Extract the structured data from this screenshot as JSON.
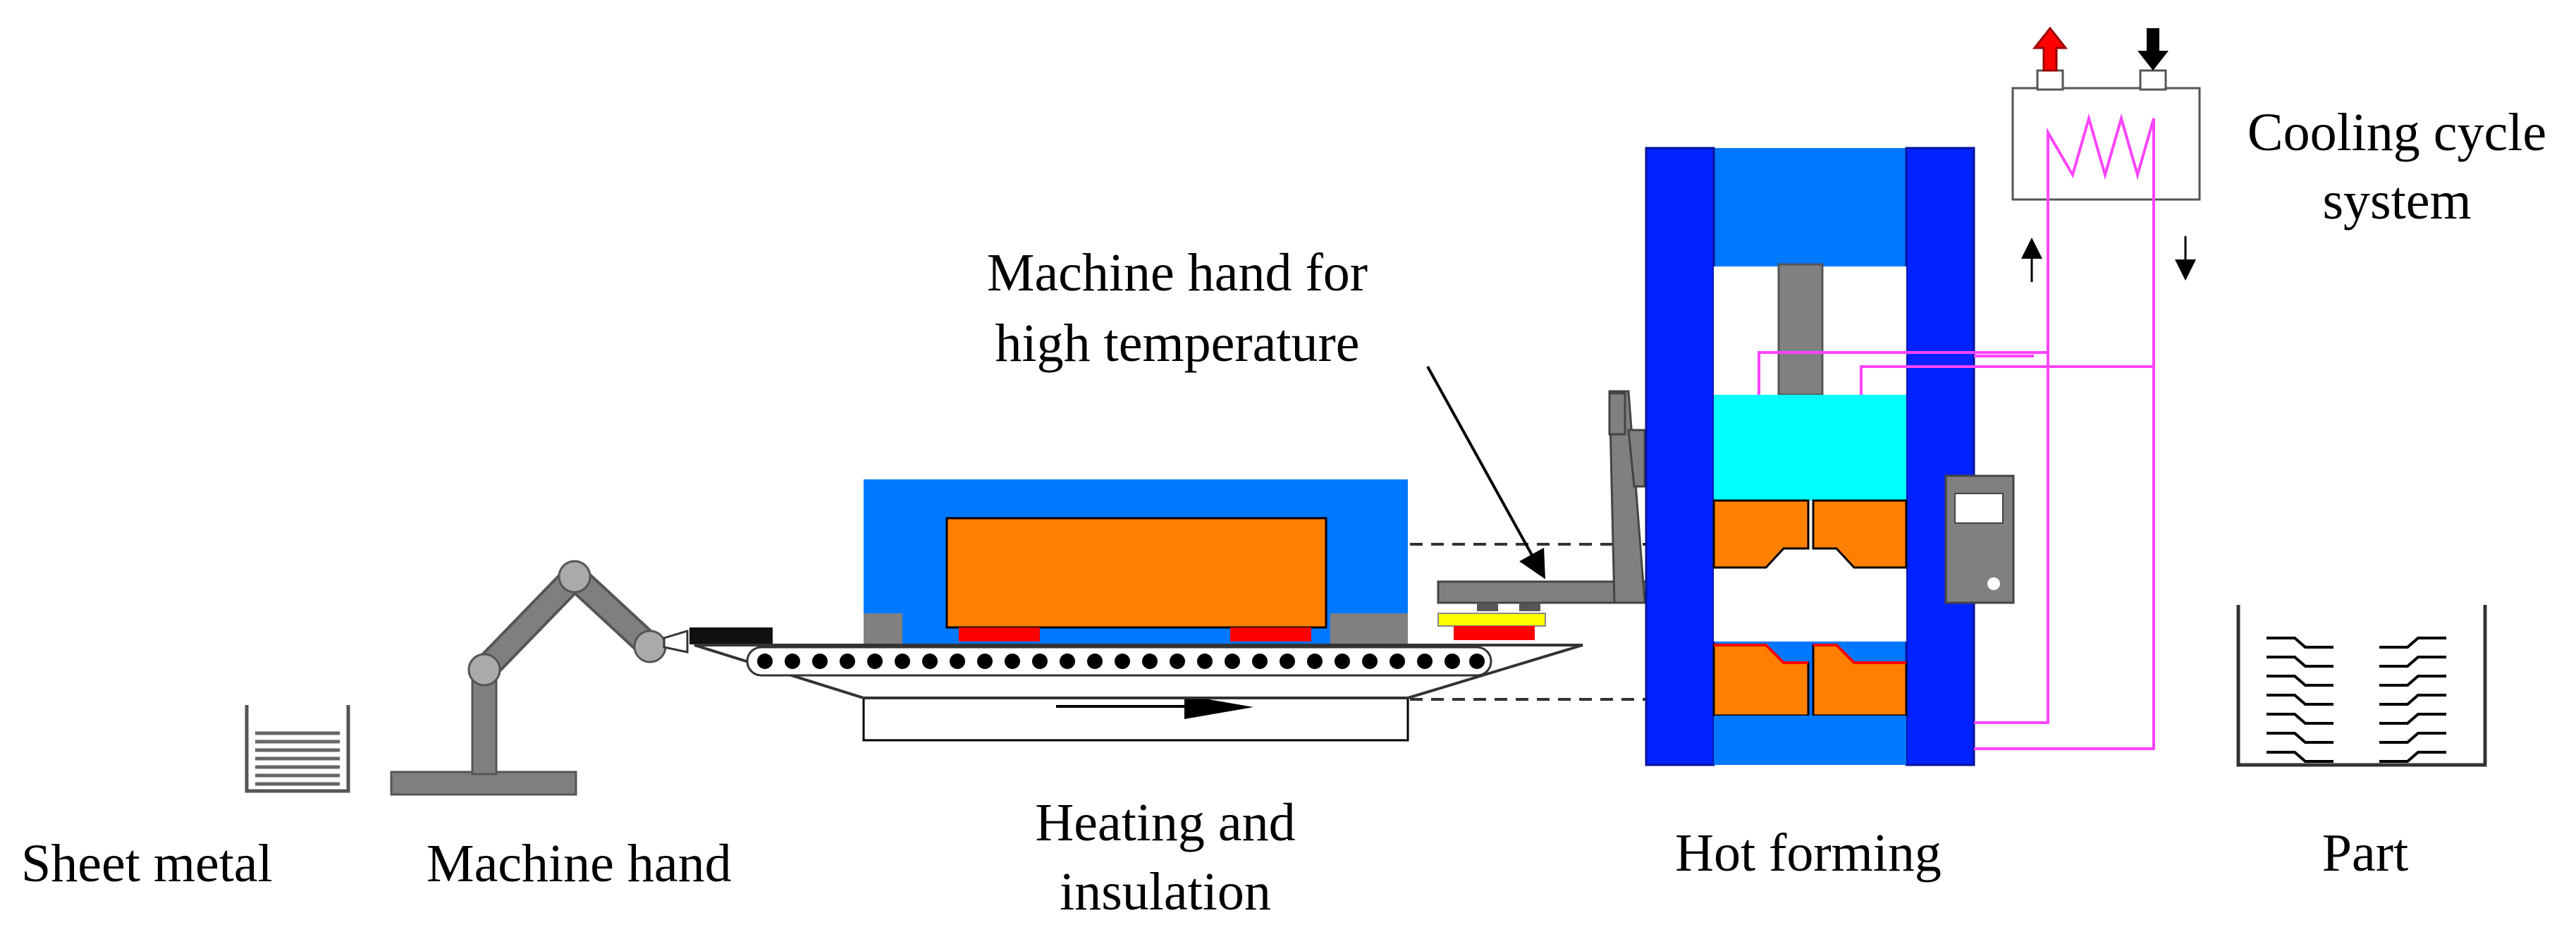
{
  "labels": {
    "sheet_metal": "Sheet metal",
    "machine_hand": "Machine hand",
    "heating_line1": "Heating and",
    "heating_line2": "insulation",
    "machine_hand_ht_line1": "Machine hand for",
    "machine_hand_ht_line2": "high temperature",
    "hot_forming": "Hot forming",
    "cooling_line1": "Cooling cycle",
    "cooling_line2": "system",
    "part": "Part"
  },
  "colors": {
    "press_frame": "#0022FF",
    "press_blue": "#0078FF",
    "furnace_blue": "#0078FF",
    "orange": "#FF8000",
    "cyan": "#00FFFF",
    "red": "#FF0000",
    "yellow": "#FFFF00",
    "gray": "#808080",
    "pipe": "#FF44FF"
  }
}
